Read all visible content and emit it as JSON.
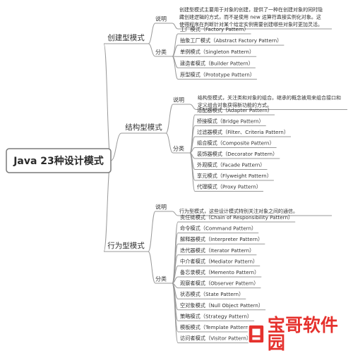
{
  "root": {
    "label": "Java 23种设计模式"
  },
  "branches": [
    {
      "label": "创建型模式",
      "desc_title": "说明",
      "desc_lines": [
        "创建型模式主要用于对象的创建，提供了一种在创建对象的同时隐",
        "藏创建逻辑的方式，而不是使用 new 运算符直接实例化对象。这",
        "使得程序在判断针对某个给定实例需要创建哪些对象时更加灵活。"
      ],
      "cat_title": "分类",
      "items": [
        "工厂模式（Factory Pattern）",
        "抽象工厂模式（Abstract Factory Pattern）",
        "单例模式（Singleton Pattern）",
        "建造者模式（Builder Pattern）",
        "原型模式（Prototype Pattern）"
      ]
    },
    {
      "label": "结构型模式",
      "desc_title": "说明",
      "desc_lines": [
        "结构型模式，关注类和对象的组合。继承的概念被用来组合接口和",
        "定义组合对象获得新功能的方式。"
      ],
      "cat_title": "分类",
      "items": [
        "适配器模式（Adapter Pattern）",
        "桥接模式（Bridge Pattern）",
        "过滤器模式（Filter、Criteria Pattern）",
        "组合模式（Composite Pattern）",
        "装饰器模式（Decorator Pattern）",
        "外观模式（Facade Pattern）",
        "享元模式（Flyweight Pattern）",
        "代理模式（Proxy Pattern）"
      ]
    },
    {
      "label": "行为型模式",
      "desc_title": "说明",
      "desc_lines": [
        "行为型模式，这些设计模式特别关注对象之间的通信。"
      ],
      "cat_title": "分类",
      "items": [
        "责任链模式（Chain of Responsibility Pattern）",
        "命令模式（Command Pattern）",
        "解释器模式（Interpreter Pattern）",
        "迭代器模式（Iterator Pattern）",
        "中介者模式（Mediator Pattern）",
        "备忘录模式（Memento Pattern）",
        "观察者模式（Observer Pattern）",
        "状态模式（State Pattern）",
        "空对象模式（Null Object Pattern）",
        "策略模式（Strategy Pattern）",
        "模板模式（Template Pattern）",
        "访问者模式（Visitor Pattern）"
      ]
    }
  ],
  "watermark": {
    "text": "宝哥软件园"
  },
  "colors": {
    "line": "#9a9a9a",
    "root_border": "#7a7a7a",
    "root_text": "#2a2a2a",
    "text": "#333333",
    "watermark": "#e5312d"
  }
}
